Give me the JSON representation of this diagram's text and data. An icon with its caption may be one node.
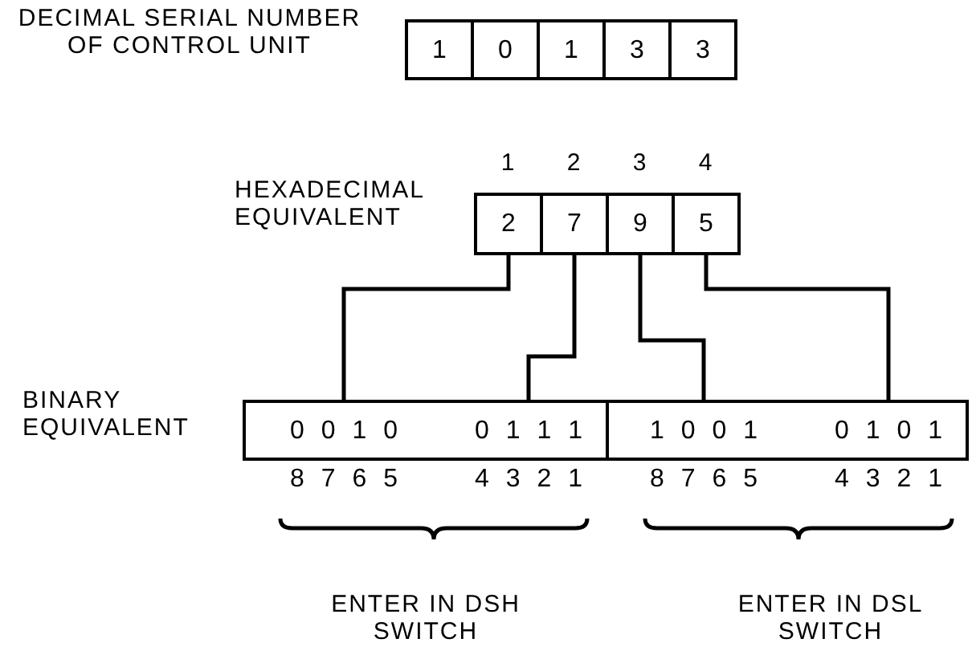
{
  "diagram": {
    "nodes": [
      {
        "text": [
          "1"
        ]
      },
      {
        "text": [
          "0"
        ]
      },
      {
        "text": [
          "1"
        ]
      },
      {
        "text": [
          "3"
        ]
      },
      {
        "text": [
          "3"
        ]
      },
      {
        "text": [
          "2"
        ],
        "beside": [
          "1"
        ]
      },
      {
        "text": [
          "7"
        ],
        "beside": [
          "2"
        ]
      },
      {
        "text": [
          "9"
        ],
        "beside": [
          "3"
        ]
      },
      {
        "text": [
          "5"
        ],
        "beside": [
          "4"
        ]
      },
      {
        "text": [],
        "shape": "box"
      },
      {
        "text": [
          "0 0 1 0"
        ],
        "in": 9,
        "beside": [
          "8 7 6 5"
        ]
      },
      {
        "text": [
          "0 1 1 1"
        ],
        "in": 9,
        "beside": [
          "4 3 2 1"
        ]
      },
      {
        "text": [],
        "shape": "box"
      },
      {
        "text": [
          "1 0 0 1"
        ],
        "in": 12,
        "beside": [
          "8 7 6 5"
        ]
      },
      {
        "text": [
          "0 1 0 1"
        ],
        "in": 12,
        "beside": [
          "4 3 2 1"
        ]
      }
    ],
    "edges": [
      {
        "from": 5,
        "to": 10,
        "arrow": "none"
      },
      {
        "from": 6,
        "to": 11,
        "arrow": "none"
      },
      {
        "from": 7,
        "to": 13,
        "arrow": "none"
      },
      {
        "from": 8,
        "to": 14,
        "arrow": "none"
      }
    ],
    "labels": [
      "DECIMAL SERIAL NUMBER OF CONTROL UNIT",
      "HEXADECIMAL EQUIVALENT",
      "BINARY EQUIVALENT",
      "ENTER IN DSH SWITCH",
      "ENTER IN DSL SWITCH"
    ]
  }
}
